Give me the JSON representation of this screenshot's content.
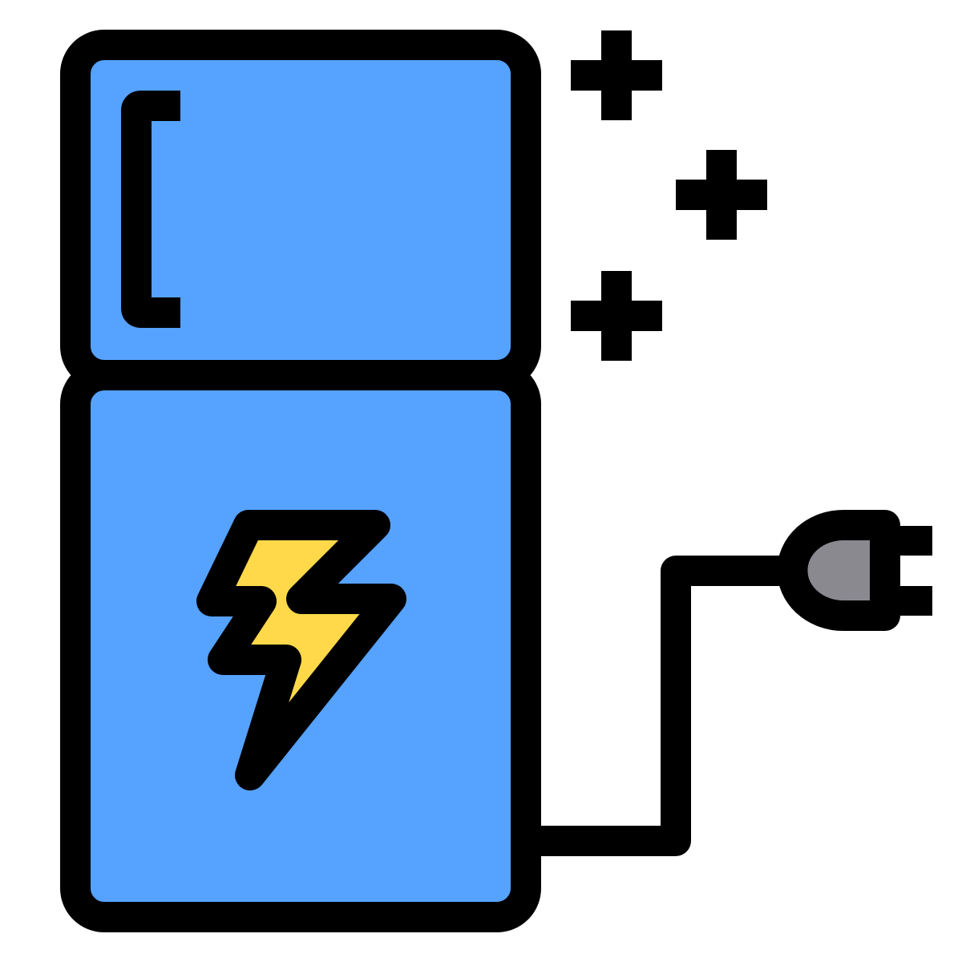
{
  "icon": {
    "name": "smart-refrigerator-icon",
    "colors": {
      "outline": "#000000",
      "body_fill": "#56A2FF",
      "bolt_fill": "#FFD949",
      "plug_fill": "#8A8990",
      "background": "#FFFFFF"
    },
    "parts": [
      "freezer-door",
      "fridge-door",
      "door-handle",
      "lightning-bolt",
      "power-cord",
      "plug",
      "sparkle-plus"
    ]
  }
}
